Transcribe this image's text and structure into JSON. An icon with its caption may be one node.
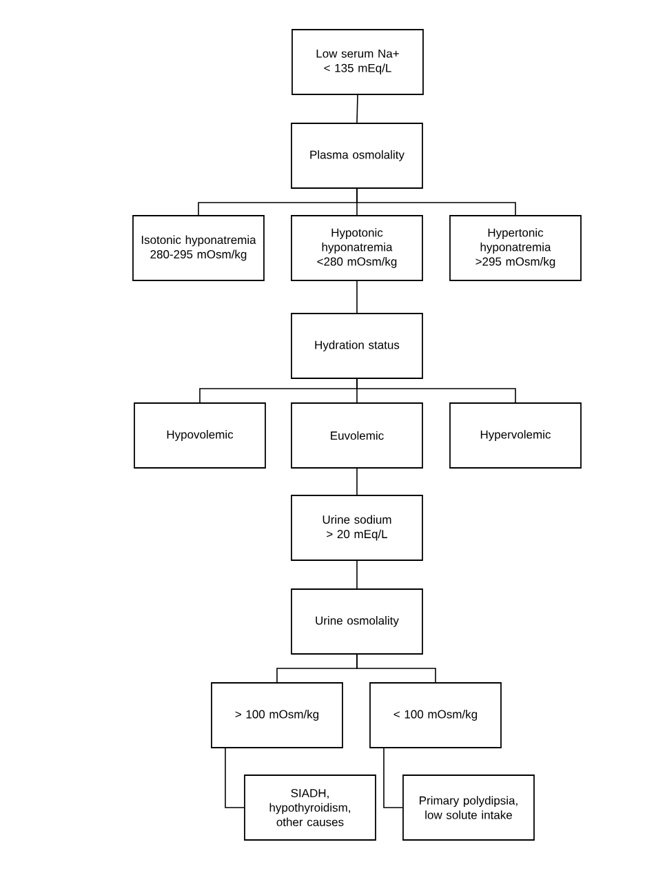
{
  "diagram": {
    "nodes": [
      {
        "text": [
          "Low serum Na+ < 135 mEq/L"
        ]
      },
      {
        "text": [
          "Plasma osmolality"
        ]
      },
      {
        "text": [
          "Isotonic hyponatremia 280-295 mOsm/kg"
        ]
      },
      {
        "text": [
          "Hypotonic hyponatremia <280 mOsm/kg"
        ]
      },
      {
        "text": [
          "Hypertonic hyponatremia >295 mOsm/kg"
        ]
      },
      {
        "text": [
          "Hydration status"
        ]
      },
      {
        "text": [
          "Hypovolemic"
        ]
      },
      {
        "text": [
          "Euvolemic"
        ]
      },
      {
        "text": [
          "Hypervolemic"
        ]
      },
      {
        "text": [
          "Urine sodium > 20 mEq/L"
        ]
      },
      {
        "text": [
          "Urine osmolality"
        ]
      },
      {
        "text": [
          "> 100 mOsm/kg"
        ]
      },
      {
        "text": [
          "< 100 mOsm/kg"
        ]
      },
      {
        "text": [
          "SIADH, hypothyroidism, other causes"
        ]
      },
      {
        "text": [
          "Primary polydipsia, low solute intake"
        ]
      }
    ],
    "edges": [
      {
        "from": 0,
        "to": 1,
        "arrow": "none"
      },
      {
        "from": 1,
        "to": 2,
        "arrow": "none"
      },
      {
        "from": 1,
        "to": 3,
        "arrow": "none"
      },
      {
        "from": 1,
        "to": 4,
        "arrow": "none"
      },
      {
        "from": 3,
        "to": 5,
        "arrow": "none"
      },
      {
        "from": 5,
        "to": 6,
        "arrow": "none"
      },
      {
        "from": 5,
        "to": 7,
        "arrow": "none"
      },
      {
        "from": 5,
        "to": 8,
        "arrow": "none"
      },
      {
        "from": 7,
        "to": 9,
        "arrow": "none"
      },
      {
        "from": 9,
        "to": 10,
        "arrow": "none"
      },
      {
        "from": 10,
        "to": 11,
        "arrow": "none"
      },
      {
        "from": 10,
        "to": 12,
        "arrow": "none"
      },
      {
        "from": 11,
        "to": 13,
        "arrow": "none"
      },
      {
        "from": 12,
        "to": 14,
        "arrow": "none"
      }
    ]
  }
}
